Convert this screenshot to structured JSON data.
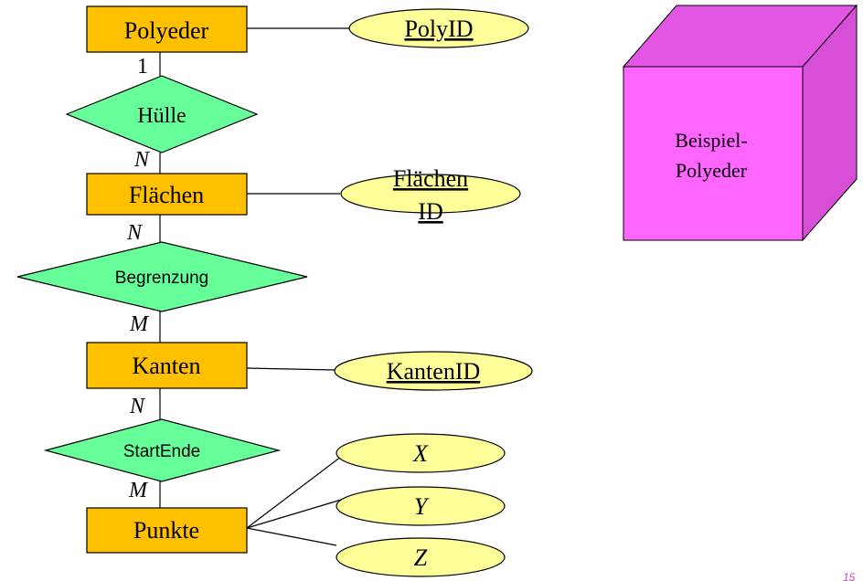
{
  "entities": {
    "polyeder": "Polyeder",
    "flaechen": "Flächen",
    "kanten": "Kanten",
    "punkte": "Punkte"
  },
  "relationships": {
    "huelle": "Hülle",
    "begrenzung": "Begrenzung",
    "startende": "StartEnde"
  },
  "cardinalities": {
    "polyeder_huelle": "1",
    "huelle_flaechen": "N",
    "flaechen_begrenzung": "N",
    "begrenzung_kanten": "M",
    "kanten_startende": "N",
    "startende_punkte": "M"
  },
  "attributes": {
    "polyid": "PolyID",
    "flaechenid_line1": "Flächen",
    "flaechenid_line2": "ID",
    "kantenid": "KantenID",
    "x": "X",
    "y": "Y",
    "z": "Z"
  },
  "cube": {
    "line1": "Beispiel-",
    "line2": "Polyeder"
  },
  "page_number": "15",
  "colors": {
    "entity_fill": "#ffc000",
    "relationship_fill": "#66ff99",
    "attribute_fill": "#ffff99",
    "cube_front": "#ff66ff",
    "cube_top": "#e355e3",
    "cube_side": "#d64fd6"
  }
}
